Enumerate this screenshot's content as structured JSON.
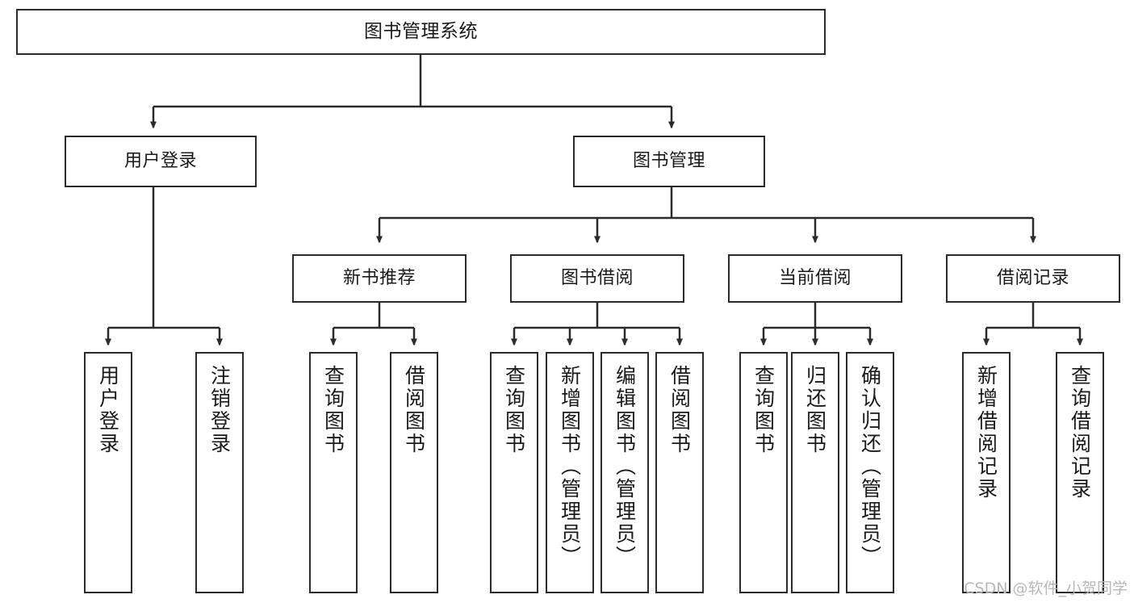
{
  "diagram": {
    "title": "图书管理系统",
    "watermark": "CSDN @软件_小贺同学",
    "colors": {
      "background": "#ffffff",
      "node_border": "#2b2b2b",
      "node_fill": "#ffffff",
      "edge": "#2b2b2b",
      "label_text": "#1a1a1a",
      "watermark_text": "#b8b8b8"
    },
    "nodes": {
      "root": {
        "label": "图书管理系统"
      },
      "level2": [
        {
          "label": "用户登录"
        },
        {
          "label": "图书管理"
        }
      ],
      "level3": [
        {
          "label": "新书推荐"
        },
        {
          "label": "图书借阅"
        },
        {
          "label": "当前借阅"
        },
        {
          "label": "借阅记录"
        }
      ],
      "leaves_user_login": [
        {
          "label": "用户登录"
        },
        {
          "label": "注销登录"
        }
      ],
      "leaves_new_book": [
        {
          "label": "查询图书"
        },
        {
          "label": "借阅图书"
        }
      ],
      "leaves_borrow": [
        {
          "label": "查询图书"
        },
        {
          "label": "新增图书（管理员）"
        },
        {
          "label": "编辑图书（管理员）"
        },
        {
          "label": "借阅图书"
        }
      ],
      "leaves_current": [
        {
          "label": "查询图书"
        },
        {
          "label": "归还图书"
        },
        {
          "label": "确认归还（管理员）"
        }
      ],
      "leaves_records": [
        {
          "label": "新增借阅记录"
        },
        {
          "label": "查询借阅记录"
        }
      ]
    }
  }
}
